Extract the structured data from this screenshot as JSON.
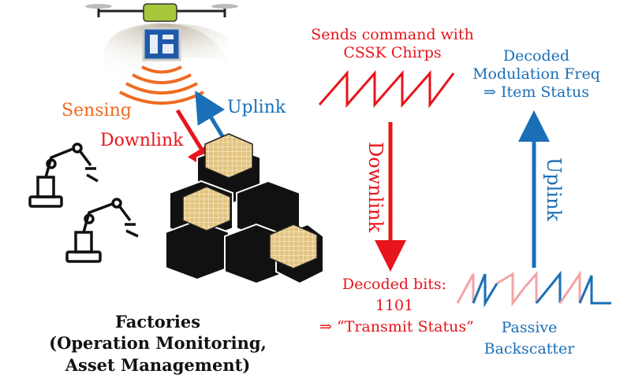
{
  "left": {
    "sensing_label": "Sensing",
    "uplink_label": "Uplink",
    "downlink_label": "Downlink",
    "caption_line1": "Factories",
    "caption_line2": "(Operation Monitoring,",
    "caption_line3": "Asset Management)"
  },
  "right": {
    "command_line1": "Sends command with",
    "command_line2": "CSSK Chirps",
    "decoded_freq_line1": "Decoded",
    "decoded_freq_line2": "Modulation Freq",
    "decoded_freq_line3": "⇒ Item Status",
    "downlink_vertical": "Downlink",
    "uplink_vertical": "Uplink",
    "decoded_bits_line1": "Decoded bits:",
    "decoded_bits_line2": "1101",
    "decoded_bits_line3": "⇒ “Transmit Status”",
    "passive_line1": "Passive",
    "passive_line2": "Backscatter"
  },
  "colors": {
    "downlink": "#e8141b",
    "uplink": "#1a6fb7",
    "sensing": "#ef6b22",
    "backscatter_faded": "#f4a3a6"
  }
}
